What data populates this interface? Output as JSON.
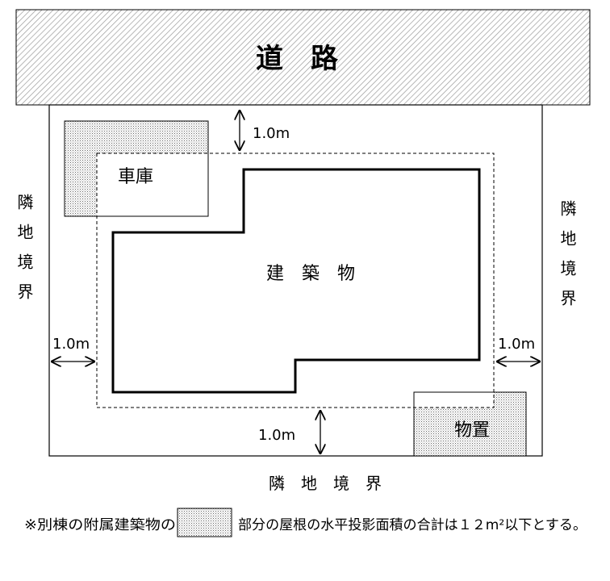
{
  "road": {
    "label": "道　路"
  },
  "garage": {
    "label": "車庫"
  },
  "building": {
    "label": "建　築　物"
  },
  "storage": {
    "label": "物置"
  },
  "boundary": {
    "left": "隣地境界",
    "right": "隣地境界",
    "bottom": "隣　地　境　界"
  },
  "setbacks": {
    "top": "1.0m",
    "left": "1.0m",
    "right": "1.0m",
    "bottom": "1.0m"
  },
  "note": {
    "before": "※別棟の附属建築物の",
    "after": "部分の屋根の水平投影面積の合計は１２m²以下とする。"
  }
}
